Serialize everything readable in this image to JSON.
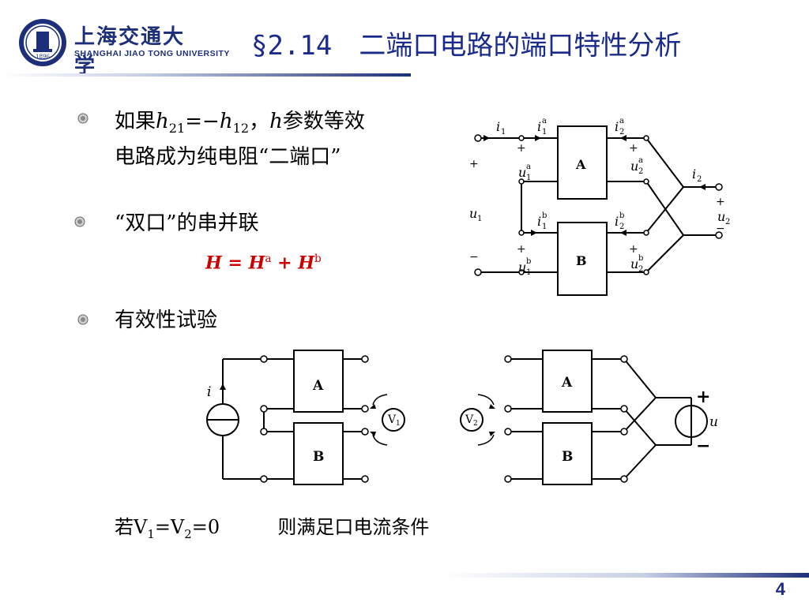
{
  "logo": {
    "name_cn": "上海交通大学",
    "name_en": "SHANGHAI  JIAO TONG  UNIVERSITY",
    "seal_year": "1896"
  },
  "title": "§2.14　二端口电路的端口特性分析",
  "bullets": [
    {
      "line1_pre": "如果",
      "h1": "h",
      "h1_sub": "21",
      "eq": "=−",
      "h2": "h",
      "h2_sub": "12",
      "comma": "，",
      "h3": "h",
      "line1_post": "参数等效",
      "line2": "电路成为纯电阻“二端口”"
    },
    {
      "text": "“双口”的串并联"
    },
    {
      "text": "有效性试验"
    }
  ],
  "formula": {
    "H": "H",
    "eq": " = ",
    "H_a": "H",
    "a": "a",
    "plus": " + ",
    "H_b": "H",
    "b": "b"
  },
  "condition": {
    "pre": "若V",
    "v1_sub": "1",
    "eq1": "=V",
    "v2_sub": "2",
    "post": "=0",
    "result": "则满足口电流条件"
  },
  "page_number": "4",
  "diagram": {
    "block_a": "A",
    "block_b": "B",
    "i": "i",
    "u": "u",
    "sub1": "1",
    "sub2": "2",
    "sup_a": "a",
    "sup_b": "b",
    "plus": "+",
    "minus": "−",
    "voltmeter1": "V",
    "voltmeter2": "V"
  },
  "colors": {
    "title": "#1a2b8c",
    "formula": "#cc0000",
    "logo": "#1d2f7a"
  }
}
